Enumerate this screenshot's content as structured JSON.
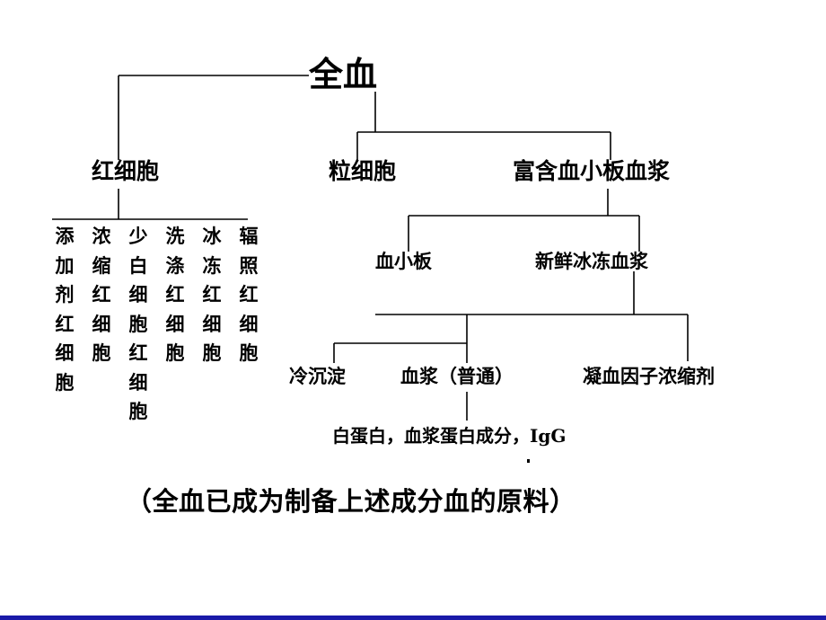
{
  "diagram": {
    "root": "全血",
    "level1": {
      "red_cells": "红细胞",
      "granulocytes": "粒细胞",
      "prp": "富含血小板血浆"
    },
    "red_cell_products": [
      "添加剂红细胞",
      "浓缩红细胞",
      "少白细胞红细胞",
      "洗涤红细胞",
      "冰冻红细胞",
      "辐照红细胞"
    ],
    "prp_products": {
      "platelets": "血小板",
      "ffp": "新鲜冰冻血浆"
    },
    "ffp_products": {
      "cryo": "冷沉淀",
      "plasma": "血浆（普通）",
      "factor_concentrate": "凝血因子浓缩剂"
    },
    "plasma_products": "白蛋白，血浆蛋白成分，IgG",
    "caption": "（全血已成为制备上述成分血的原料）"
  },
  "colors": {
    "line": "#000000",
    "text": "#000000",
    "bottom_rule": "#1a1aa8"
  }
}
